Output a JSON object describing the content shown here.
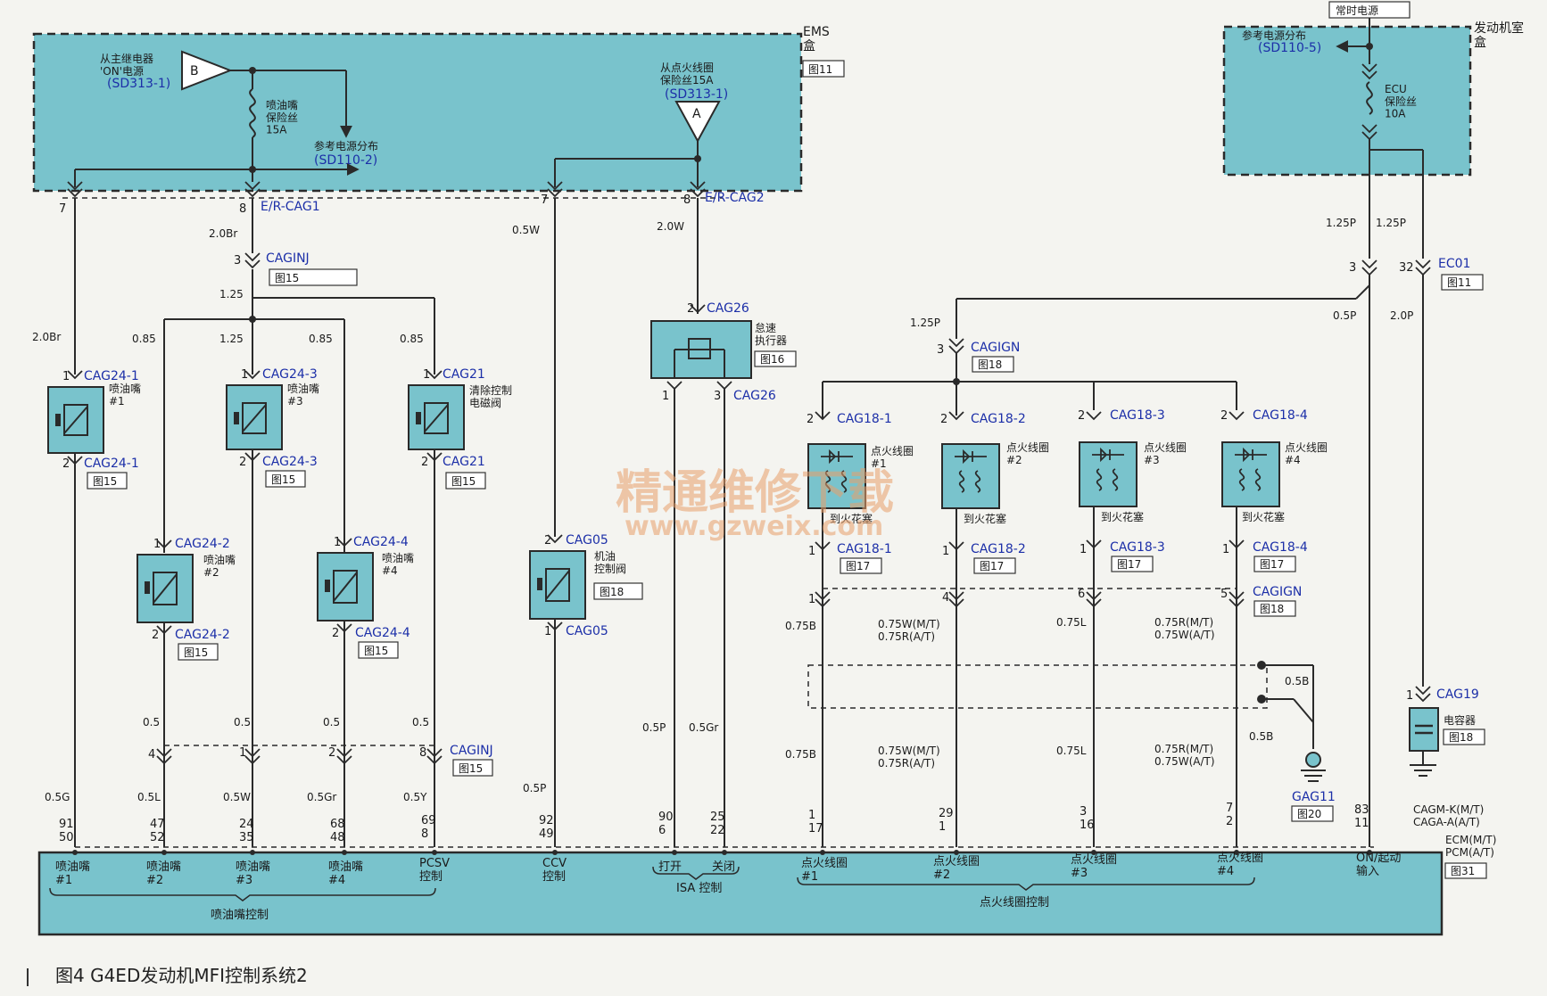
{
  "caption": "图4   G4ED发动机MFI控制系统2",
  "watermark": {
    "cn": "精通维修下载",
    "url": "www.gzweix.com"
  },
  "colors": {
    "box_fill": "#79c3cc",
    "wire": "#2a2a2a",
    "label_blue": "#1c2fa8",
    "background": "#f4f4f0"
  },
  "ems": {
    "title": "EMS\n盒",
    "ref": "图11",
    "main_relay_src": "从主继电器\n'ON'电源",
    "main_relay_ref": "(SD313-1)",
    "connector_b": "B",
    "inj_fuse": "喷油嘴\n保险丝\n15A",
    "power_dist": "参考电源分布",
    "power_dist_ref": "(SD110-2)",
    "ign_fuse_src": "从点火线圈\n保险丝15A",
    "ign_fuse_ref": "(SD313-1)",
    "connector_a": "A",
    "erc1": "E/R-CAG1",
    "erc2": "E/R-CAG2"
  },
  "engine_room": {
    "top": "常时电源",
    "title": "发动机室\n盒",
    "power_dist": "参考电源分布",
    "power_dist_ref": "(SD110-5)",
    "ecu_fuse": "ECU\n保险丝\n10A"
  },
  "components": {
    "inj1": {
      "conn_top": "CAG24-1",
      "conn_bot": "CAG24-1",
      "name": "喷油嘴\n#1",
      "ref": "图15"
    },
    "inj2": {
      "conn_top": "CAG24-2",
      "conn_bot": "CAG24-2",
      "name": "喷油嘴\n#2",
      "ref": "图15"
    },
    "inj3": {
      "conn_top": "CAG24-3",
      "conn_bot": "CAG24-3",
      "name": "喷油嘴\n#3",
      "ref": "图15"
    },
    "inj4": {
      "conn_top": "CAG24-4",
      "conn_bot": "CAG24-4",
      "name": "喷油嘴\n#4",
      "ref": "图15"
    },
    "pcsv": {
      "conn_top": "CAG21",
      "conn_bot": "CAG21",
      "name": "清除控制\n电磁阀",
      "ref": "图15"
    },
    "ccv": {
      "conn_top": "CAG05",
      "conn_bot": "CAG05",
      "name": "机油\n控制阀",
      "ref": "图18"
    },
    "isa": {
      "conn_top": "CAG26",
      "conn_bot": "CAG26",
      "name": "怠速\n执行器",
      "ref": "图16"
    },
    "coil1": {
      "conn_top": "CAG18-1",
      "conn_bot": "CAG18-1",
      "name": "点火线圈\n#1",
      "sub": "到火花塞",
      "ref": "图17"
    },
    "coil2": {
      "conn_top": "CAG18-2",
      "conn_bot": "CAG18-2",
      "name": "点火线圈\n#2",
      "sub": "到火花塞",
      "ref": "图17"
    },
    "coil3": {
      "conn_top": "CAG18-3",
      "conn_bot": "CAG18-3",
      "name": "点火线圈\n#3",
      "sub": "到火花塞",
      "ref": "图17"
    },
    "coil4": {
      "conn_top": "CAG18-4",
      "conn_bot": "CAG18-4",
      "name": "点火线圈\n#4",
      "sub": "到火花塞",
      "ref": "图17"
    },
    "capacitor": {
      "conn": "CAG19",
      "name": "电容器",
      "ref": "图18"
    },
    "ground": {
      "name": "GAG11",
      "ref": "图20"
    }
  },
  "connectors": {
    "caginj_top": {
      "name": "CAGINJ",
      "ref": "图15"
    },
    "caginj_bot": {
      "name": "CAGINJ",
      "ref": "图15"
    },
    "cagign_top": {
      "name": "CAGIGN",
      "ref": "图18"
    },
    "cagign_bot": {
      "name": "CAGIGN",
      "ref": "图18"
    },
    "ec01": {
      "name": "EC01",
      "ref": "图11"
    },
    "cagm": "CAGM-K(M/T)\nCAGA-A(A/T)"
  },
  "wires": {
    "w_7_left": "2.0Br",
    "w_8_down": "2.0Br",
    "w_125a": "1.25",
    "w_125b": "1.25",
    "w_085a": "0.85",
    "w_085b": "0.85",
    "w_085c": "0.85",
    "w_05w": "0.5W",
    "w_20w": "2.0W",
    "w_125p_a": "1.25P",
    "w_125p_b": "1.25P",
    "w_125p_c": "1.25P",
    "w_05p_r": "0.5P",
    "w_20p_r": "2.0P",
    "w_05a": "0.5",
    "w_05b": "0.5",
    "w_05c": "0.5",
    "w_05d": "0.5",
    "w_05g": "0.5G",
    "w_05l": "0.5L",
    "w_05w2": "0.5W",
    "w_05gr": "0.5Gr",
    "w_05y": "0.5Y",
    "w_05p_ccv": "0.5P",
    "w_05p_isa": "0.5P",
    "w_05gr_isa": "0.5Gr",
    "w_075b_a": "0.75B",
    "w_075w_a": "0.75W(M/T)\n0.75R(A/T)",
    "w_075l_a": "0.75L",
    "w_075r_a": "0.75R(M/T)\n0.75W(A/T)",
    "w_075b_b": "0.75B",
    "w_075w_b": "0.75W(M/T)\n0.75R(A/T)",
    "w_075l_b": "0.75L",
    "w_075r_b": "0.75R(M/T)\n0.75W(A/T)",
    "w_05b_a": "0.5B",
    "w_05b_b": "0.5B"
  },
  "pins": {
    "p7a": "7",
    "p8a": "8",
    "p3a": "3",
    "p7b": "7",
    "p8b": "8",
    "p3r": "3",
    "p32": "32",
    "inj1_t": "1",
    "inj1_b": "2",
    "inj3_t": "1",
    "inj3_b": "2",
    "pcsv_t": "1",
    "pcsv_b": "2",
    "inj2_t": "1",
    "inj2_b": "2",
    "inj4_t": "1",
    "inj4_b": "2",
    "ccv_t": "2",
    "ccv_b": "1",
    "isa_t": "2",
    "isa_b1": "1",
    "isa_b3": "3",
    "c1_t": "2",
    "c1_b": "1",
    "c2_t": "2",
    "c2_b": "1",
    "c3_t": "2",
    "c3_b": "1",
    "c4_t": "2",
    "c4_b": "1",
    "cg_3": "3",
    "cg_1": "1",
    "cg_4": "4",
    "cg_6": "6",
    "cg_5": "5",
    "cj_4": "4",
    "cj_1": "1",
    "cj_2": "2",
    "cj_8": "8",
    "cap_1": "1"
  },
  "ecm_pins": {
    "inj1": "91\n50",
    "inj2": "47\n52",
    "inj3": "24\n35",
    "inj4": "68\n48",
    "pcsv": "69\n8",
    "ccv": "92\n49",
    "isa_open": "90\n6",
    "isa_close": "25\n22",
    "coil1": "1\n17",
    "coil2": "29\n1",
    "coil3": "3\n16",
    "coil4": "7\n2",
    "on": "83\n11"
  },
  "ecm": {
    "title": "ECM(M/T)\nPCM(A/T)",
    "ref": "图31",
    "inj1": "喷油嘴\n#1",
    "inj2": "喷油嘴\n#2",
    "inj3": "喷油嘴\n#3",
    "inj4": "喷油嘴\n#4",
    "pcsv": "PCSV\n控制",
    "ccv": "CCV\n控制",
    "isa_open": "打开",
    "isa_close": "关闭",
    "isa_group": "ISA 控制",
    "coil1": "点火线圈\n#1",
    "coil2": "点火线圈\n#2",
    "coil3": "点火线圈\n#3",
    "coil4": "点火线圈\n#4",
    "on": "ON/起动\n输入",
    "inj_group": "喷油嘴控制",
    "coil_group": "点火线圈控制"
  }
}
